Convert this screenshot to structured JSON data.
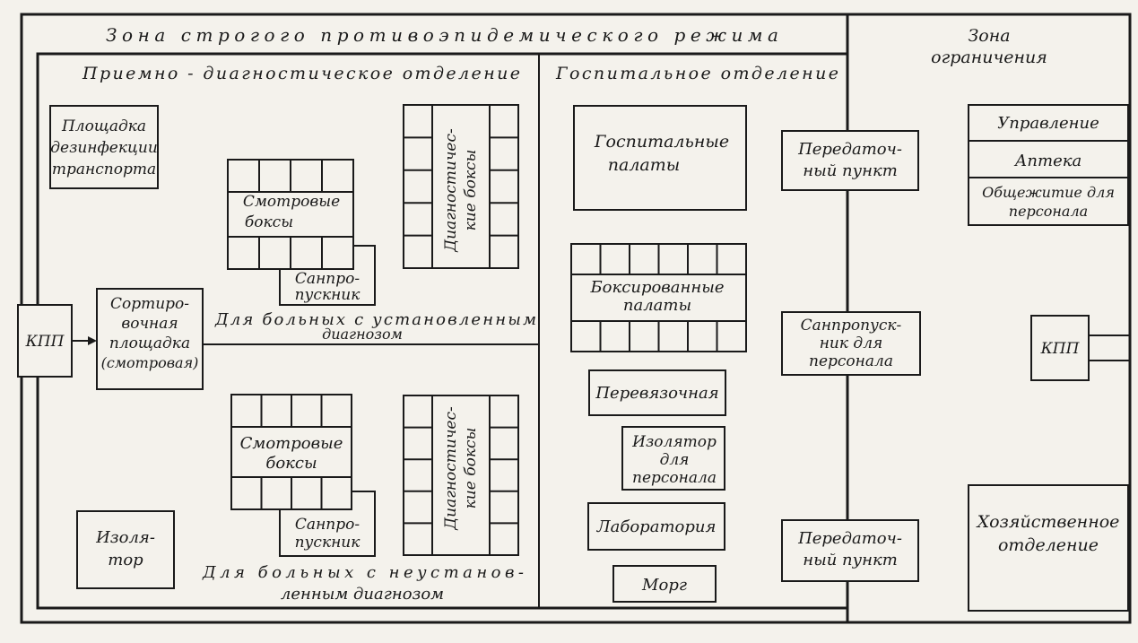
{
  "colors": {
    "ink": "#1a1a1a",
    "paper": "#f4f2ec"
  },
  "zones": {
    "strict": "Зона строгого противоэпидемического режима",
    "restriction": [
      "Зона",
      "ограничения"
    ]
  },
  "departments": {
    "reception": "Приемно - диагностическое отделение",
    "hospital": "Госпитальное отделение"
  },
  "reception_blocks": {
    "disinfection": [
      "Площадка",
      "дезинфекции",
      "транспорта"
    ],
    "checkpoint": "КПП",
    "sorting": [
      "Сортиро-",
      "вочная",
      "площадка",
      "(смотровая)"
    ],
    "isolator": [
      "Изоля-",
      "тор"
    ],
    "exam_boxes_top": [
      "Смотровые",
      "боксы"
    ],
    "exam_boxes_bottom": [
      "Смотровые",
      "боксы"
    ],
    "sanitary_top": [
      "Санпро-",
      "пускник"
    ],
    "sanitary_bottom": [
      "Санпро-",
      "пускник"
    ],
    "diag_boxes_top": [
      "Диагностичес-",
      "кие боксы"
    ],
    "diag_boxes_bottom": [
      "Диагностичес-",
      "кие боксы"
    ],
    "established_label": [
      "Для больных с установленным",
      "диагнозом"
    ],
    "unestablished_label": [
      "Для больных с неустанов-",
      "ленным диагнозом"
    ]
  },
  "hospital_blocks": {
    "wards": [
      "Госпитальные",
      "палаты"
    ],
    "boxed_wards": [
      "Боксированные",
      "палаты"
    ],
    "dressing": "Перевязочная",
    "staff_isolator": [
      "Изолятор",
      "для",
      "персонала"
    ],
    "laboratory": "Лаборатория",
    "morgue": "Морг"
  },
  "border_blocks": {
    "transfer_top": [
      "Передаточ-",
      "ный пункт"
    ],
    "staff_sanitary": [
      "Санпропуск-",
      "ник для",
      "персонала"
    ],
    "transfer_bottom": [
      "Передаточ-",
      "ный пункт"
    ]
  },
  "restriction_blocks": {
    "management": "Управление",
    "pharmacy": "Аптека",
    "dormitory": [
      "Общежитие для",
      "персонала"
    ],
    "checkpoint": "КПП",
    "household": [
      "Хозяйственное",
      "отделение"
    ]
  }
}
